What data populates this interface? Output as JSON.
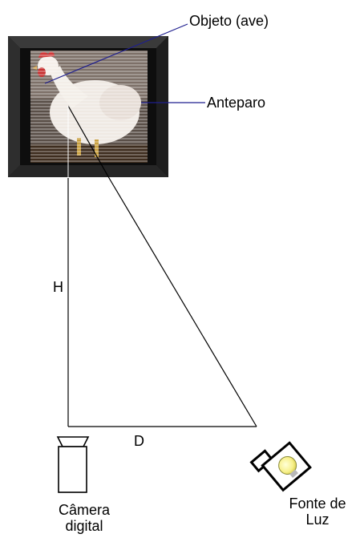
{
  "labels": {
    "object": "Objeto (ave)",
    "screen": "Anteparo",
    "height": "H",
    "distance": "D",
    "camera_line1": "Câmera",
    "camera_line2": "digital",
    "light_line1": "Fonte de",
    "light_line2": "Luz"
  },
  "icons": {
    "screen": "framed-photo-hen-icon",
    "camera": "camera-icon",
    "light": "spotlight-bulb-icon"
  },
  "colors": {
    "pointer_object": "#1f1f8f",
    "pointer_screen": "#1f1f8f",
    "frame_dark": "#1a1a1a",
    "bulb": "#f7f08a"
  }
}
